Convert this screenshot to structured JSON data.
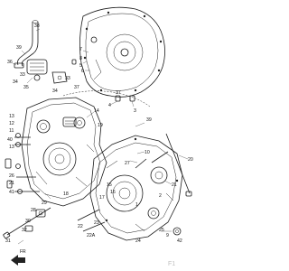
{
  "diagram": {
    "watermark": "F1",
    "front_marker": "FR",
    "callouts": [
      {
        "id": "c38",
        "text": "38"
      },
      {
        "id": "c39a",
        "text": "39"
      },
      {
        "id": "c36",
        "text": "36"
      },
      {
        "id": "c33",
        "text": "33"
      },
      {
        "id": "c34",
        "text": "34"
      },
      {
        "id": "c35",
        "text": "35"
      },
      {
        "id": "c34b",
        "text": "34"
      },
      {
        "id": "c7",
        "text": "7"
      },
      {
        "id": "c8",
        "text": "8"
      },
      {
        "id": "c5",
        "text": "5"
      },
      {
        "id": "c6",
        "text": "6"
      },
      {
        "id": "c37",
        "text": "37"
      },
      {
        "id": "c33b",
        "text": "33"
      },
      {
        "id": "c37b",
        "text": "37"
      },
      {
        "id": "c4",
        "text": "4"
      },
      {
        "id": "c3",
        "text": "3"
      },
      {
        "id": "c39b",
        "text": "39"
      },
      {
        "id": "c13a",
        "text": "13"
      },
      {
        "id": "c12",
        "text": "12"
      },
      {
        "id": "c11",
        "text": "11"
      },
      {
        "id": "c40",
        "text": "40"
      },
      {
        "id": "c13b",
        "text": "13"
      },
      {
        "id": "c14",
        "text": "14"
      },
      {
        "id": "c19",
        "text": "19"
      },
      {
        "id": "c10",
        "text": "10"
      },
      {
        "id": "c27",
        "text": "27"
      },
      {
        "id": "c20",
        "text": "20"
      },
      {
        "id": "c26",
        "text": "26"
      },
      {
        "id": "c21",
        "text": "21"
      },
      {
        "id": "c41",
        "text": "41"
      },
      {
        "id": "c21b",
        "text": "21"
      },
      {
        "id": "c18",
        "text": "18"
      },
      {
        "id": "c23",
        "text": "23"
      },
      {
        "id": "c22",
        "text": "22"
      },
      {
        "id": "c22a",
        "text": "22A"
      },
      {
        "id": "c29",
        "text": "29"
      },
      {
        "id": "c28",
        "text": "28"
      },
      {
        "id": "c30",
        "text": "30"
      },
      {
        "id": "c32",
        "text": "32"
      },
      {
        "id": "c31",
        "text": "31"
      },
      {
        "id": "c15",
        "text": "15"
      },
      {
        "id": "c16",
        "text": "16"
      },
      {
        "id": "c17",
        "text": "17"
      },
      {
        "id": "c1",
        "text": "1"
      },
      {
        "id": "c2",
        "text": "2"
      },
      {
        "id": "c24",
        "text": "24"
      },
      {
        "id": "c25",
        "text": "25"
      },
      {
        "id": "c9",
        "text": "9"
      },
      {
        "id": "c42",
        "text": "42"
      }
    ]
  }
}
